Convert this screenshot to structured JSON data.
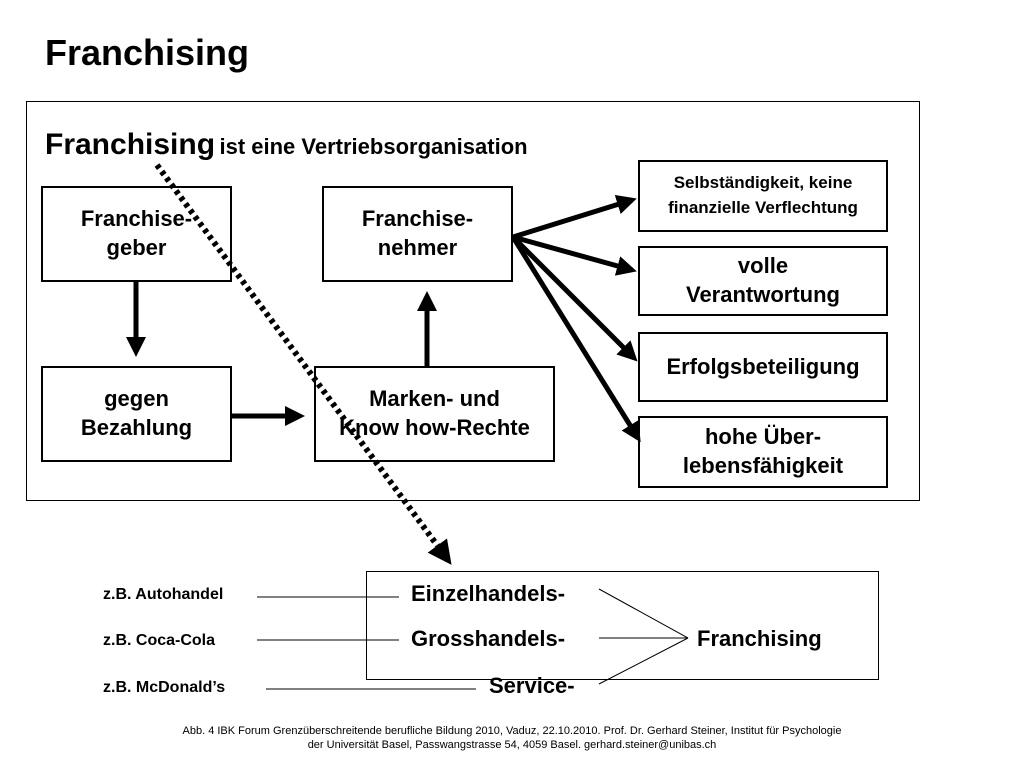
{
  "title": "Franchising",
  "subtitle": {
    "emph": "Franchising",
    "rest": "ist eine Vertriebsorganisation"
  },
  "boxes": {
    "geber": "Franchise-\ngeber",
    "nehmer": "Franchise-\nnehmer",
    "bezahlung": "gegen\nBezahlung",
    "marken": "Marken- und\nKnow how-Rechte",
    "selbst": "Selbständigkeit, keine\nfinanzielle Verflechtung",
    "verantwortung": "volle\nVerantwortung",
    "erfolg": "Erfolgsbeteiligung",
    "ueberleben": "hohe Über-\nlebensfähigkeit"
  },
  "types": {
    "examples": [
      "z.B. Autohandel",
      "z.B. Coca-Cola",
      "z.B. McDonald’s"
    ],
    "kinds": [
      "Einzelhandels-",
      "Grosshandels-",
      "Service-"
    ],
    "result": "Franchising"
  },
  "footer": {
    "line1": "Abb. 4   IBK Forum Grenzüberschreitende berufliche Bildung 2010, Vaduz, 22.10.2010. Prof. Dr. Gerhard Steiner, Institut für Psychologie",
    "line2": "der Universität Basel, Passwangstrasse 54, 4059 Basel. gerhard.steiner@unibas.ch"
  }
}
